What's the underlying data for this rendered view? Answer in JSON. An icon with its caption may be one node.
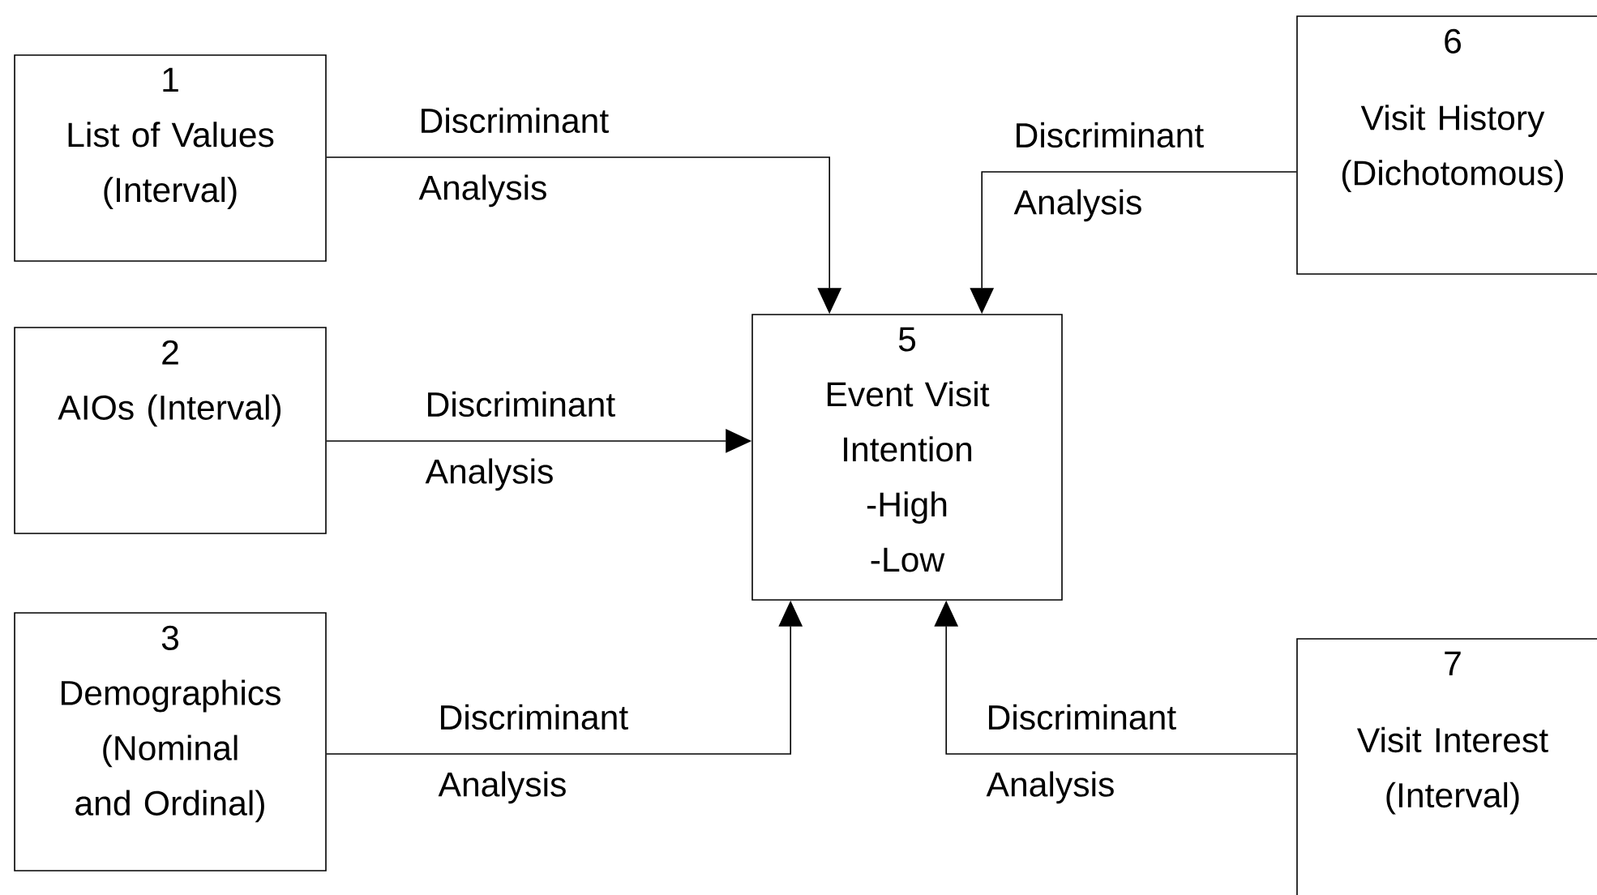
{
  "diagram": {
    "nodes": [
      {
        "text": [
          "1",
          "List of Values (Interval)"
        ]
      },
      {
        "text": [
          "2",
          "AIOs (Interval)"
        ]
      },
      {
        "text": [
          "3",
          "Demographics (Nominal and Ordinal)"
        ]
      },
      {
        "text": [
          "5",
          "Event Visit Intention",
          "-High",
          "-Low"
        ]
      },
      {
        "text": [
          "6",
          "Visit History (Dichotomous)"
        ]
      },
      {
        "text": [
          "7",
          "Visit Interest (Interval)"
        ]
      }
    ],
    "edges": [
      {
        "from": 0,
        "to": 3,
        "arrow": "to",
        "label": "Discriminant Analysis"
      },
      {
        "from": 4,
        "to": 3,
        "arrow": "to",
        "label": "Discriminant Analysis"
      },
      {
        "from": 1,
        "to": 3,
        "arrow": "to",
        "label": "Discriminant Analysis"
      },
      {
        "from": 2,
        "to": 3,
        "arrow": "to",
        "label": "Discriminant Analysis"
      },
      {
        "from": 5,
        "to": 3,
        "arrow": "to",
        "label": "Discriminant Analysis"
      }
    ]
  }
}
